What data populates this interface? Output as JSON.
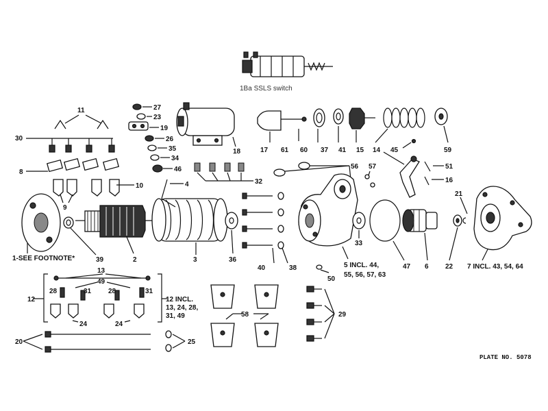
{
  "diagram": {
    "caption": "1Ba SSLS switch",
    "plate": "PLATE NO. 5078",
    "labels": {
      "l11": "11",
      "l30": "30",
      "l8": "8",
      "l9": "9",
      "l10": "10",
      "l1": "1-SEE FOOTNOTE*",
      "l39": "39",
      "l2": "2",
      "l3": "3",
      "l4": "4",
      "l27": "27",
      "l23": "23",
      "l19": "19",
      "l26": "26",
      "l35": "35",
      "l34": "34",
      "l46": "46",
      "l18": "18",
      "l32": "32",
      "l36": "36",
      "l40": "40",
      "l38": "38",
      "l17": "17",
      "l61": "61",
      "l60": "60",
      "l37": "37",
      "l41": "41",
      "l15": "15",
      "l14": "14",
      "l45": "45",
      "l59": "59",
      "l56": "56",
      "l57": "57",
      "l51": "51",
      "l16": "16",
      "l21": "21",
      "l33": "33",
      "l5": "5 INCL. 44,",
      "l5b": "55, 56, 57, 63",
      "l50": "50",
      "l47": "47",
      "l6": "6",
      "l22": "22",
      "l7": "7 INCL. 43, 54, 64",
      "l13": "13",
      "l49": "49",
      "l12a": "12",
      "l28a": "28",
      "l31a": "31",
      "l28b": "28",
      "l31b": "31",
      "l24a": "24",
      "l24b": "24",
      "l12b": "12 INCL.",
      "l12c": "13, 24, 28,",
      "l12d": "31, 49",
      "l58": "58",
      "l29": "29",
      "l20": "20",
      "l25": "25"
    }
  }
}
